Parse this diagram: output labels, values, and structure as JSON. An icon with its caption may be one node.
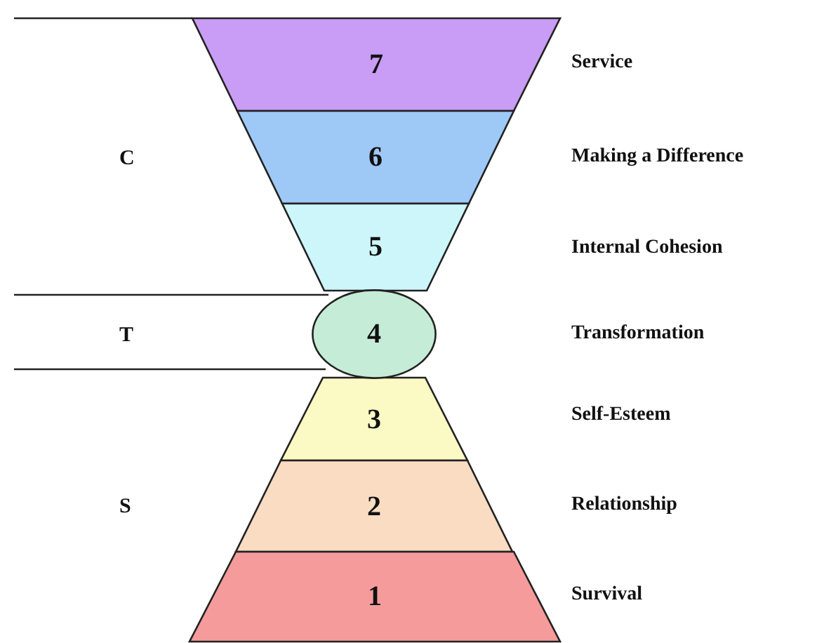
{
  "diagram": {
    "nodes": [
      {
        "text": [
          "7"
        ]
      },
      {
        "text": [
          "6"
        ]
      },
      {
        "text": [
          "5"
        ]
      },
      {
        "text": [
          "4"
        ]
      },
      {
        "text": [
          "3"
        ]
      },
      {
        "text": [
          "2"
        ]
      },
      {
        "text": [
          "1"
        ]
      }
    ],
    "edges": [],
    "labels": [
      "Service",
      "C",
      "Making a Difference",
      "Internal Cohesion",
      "T",
      "Transformation",
      "Self-Esteem",
      "S",
      "Relationship",
      "Survival"
    ]
  }
}
